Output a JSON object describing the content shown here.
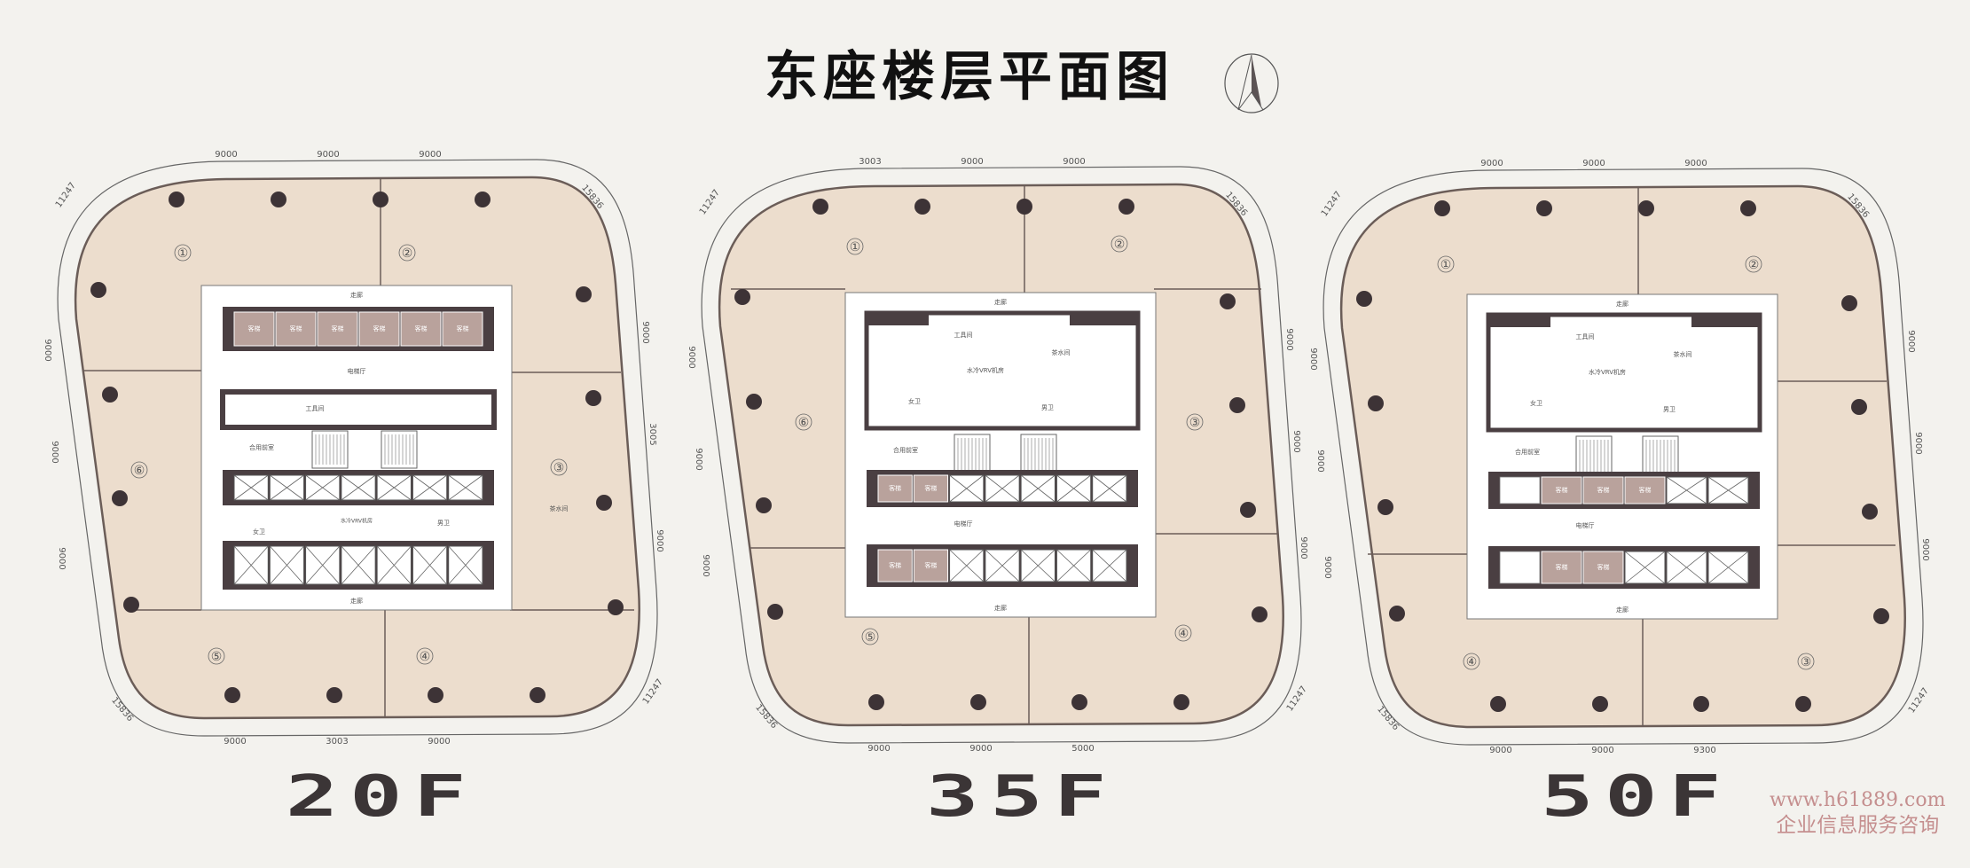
{
  "title": "东座楼层平面图",
  "compass_icon": "north-arrow",
  "colors": {
    "slab": "#ecddcd",
    "core_dark": "#4a3f42",
    "car": "#b9a29c",
    "column": "#3d3336",
    "background": "#f3f2ee"
  },
  "plans": [
    {
      "floor": "20F",
      "dims": {
        "top": [
          "9000",
          "9000",
          "9000"
        ],
        "bottom": [
          "9000",
          "3003",
          "9000"
        ],
        "left": [
          "9000",
          "9000",
          "9000"
        ],
        "right": [
          "9000",
          "3005",
          "9000"
        ],
        "corners": [
          "11247",
          "15836",
          "15836",
          "11247"
        ]
      },
      "units": [
        "①",
        "②",
        "③",
        "④",
        "⑤",
        "⑥"
      ],
      "rooms": {
        "corridor": "走廊",
        "lobby": "电梯厅",
        "front": "合用前室",
        "car": "客梯",
        "tool": "工具间",
        "machine": "水冷VRV机房",
        "tea": "茶水间",
        "wc_f": "女卫",
        "wc_m": "男卫"
      }
    },
    {
      "floor": "35F",
      "dims": {
        "top": [
          "3003",
          "9000",
          "9000"
        ],
        "bottom": [
          "9000",
          "9000",
          "5000"
        ],
        "left": [
          "9000",
          "9000",
          "9000"
        ],
        "right": [
          "9000",
          "9000",
          "9000"
        ],
        "corners": [
          "11247",
          "15836",
          "15836",
          "11247"
        ]
      },
      "units": [
        "①",
        "②",
        "③",
        "④",
        "⑤",
        "⑥"
      ],
      "rooms": {
        "corridor": "走廊",
        "lobby": "电梯厅",
        "front": "合用前室",
        "car": "客梯",
        "tool": "工具间",
        "machine": "水冷VRV机房",
        "tea": "茶水间",
        "wc_f": "女卫",
        "wc_m": "男卫"
      }
    },
    {
      "floor": "50F",
      "dims": {
        "top": [
          "9000",
          "9000",
          "9000"
        ],
        "bottom": [
          "9000",
          "9000",
          "9300"
        ],
        "left": [
          "9000",
          "9000",
          "9000"
        ],
        "right": [
          "9000",
          "9000",
          "9000"
        ],
        "corners": [
          "11247",
          "15836",
          "15836",
          "11247"
        ]
      },
      "units": [
        "①",
        "②",
        "③",
        "④"
      ],
      "rooms": {
        "corridor": "走廊",
        "lobby": "电梯厅",
        "front": "合用前室",
        "car": "客梯",
        "tool": "工具间",
        "machine": "水冷VRV机房",
        "tea": "茶水间",
        "wc_f": "女卫",
        "wc_m": "男卫"
      }
    }
  ],
  "watermark": {
    "url": "www.h61889.com",
    "text": "企业信息服务咨询"
  }
}
